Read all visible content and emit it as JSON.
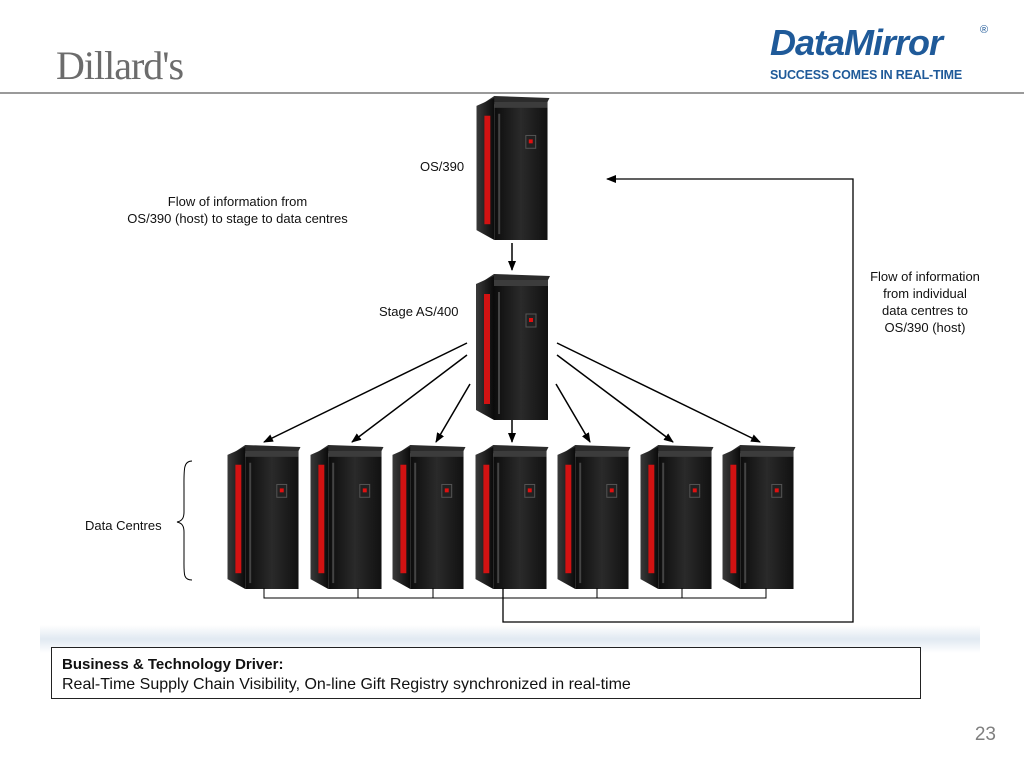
{
  "header": {
    "left_logo": "Dillard's",
    "right_logo_name": "DataMirror",
    "right_logo_registered": "®",
    "right_logo_tagline": "SUCCESS COMES IN REAL-TIME",
    "brand_color": "#1f5a99"
  },
  "diagram": {
    "labels": {
      "os390": "OS/390",
      "stage": "Stage AS/400",
      "data_centres": "Data Centres",
      "flow_down_line1": "Flow of information from",
      "flow_down_line2": "OS/390 (host) to stage to data centres",
      "flow_up_line1": "Flow of information",
      "flow_up_line2": "from individual",
      "flow_up_line3": "data centres to",
      "flow_up_line4": "OS/390 (host)"
    },
    "data_centre_count": 7,
    "server_icon": "mainframe-server-icon",
    "server_color": "#1a1a1a",
    "accent_color": "#e01010"
  },
  "driver": {
    "title": "Business & Technology Driver:",
    "text": "Real-Time Supply Chain Visibility,  On-line Gift Registry synchronized in real-time"
  },
  "page_number": "23"
}
